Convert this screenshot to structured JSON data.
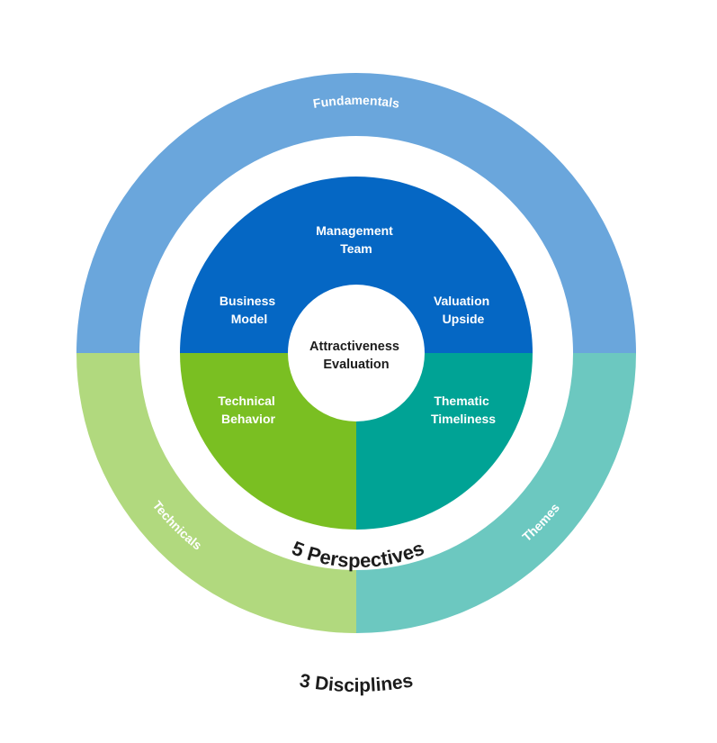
{
  "center": {
    "line1": "Attractiveness",
    "line2": "Evaluation"
  },
  "perspectives": {
    "management": {
      "line1": "Management",
      "line2": "Team"
    },
    "business": {
      "line1": "Business",
      "line2": "Model"
    },
    "valuation": {
      "line1": "Valuation",
      "line2": "Upside"
    },
    "technical": {
      "line1": "Technical",
      "line2": "Behavior"
    },
    "thematic": {
      "line1": "Thematic",
      "line2": "Timeliness"
    }
  },
  "disciplines": {
    "fundamentals": "Fundamentals",
    "technicals": "Technicals",
    "themes": "Themes"
  },
  "labels": {
    "perspectives_caption": "5 Perspectives",
    "disciplines_caption": "3 Disciplines"
  },
  "colors": {
    "fundamentals_ring": "#6aa6dc",
    "technicals_ring": "#b1d97e",
    "themes_ring": "#6cc8c0",
    "inner_blue": "#0567c4",
    "inner_green": "#7abf22",
    "inner_teal": "#00a395",
    "text_dark": "#1c1c1c"
  }
}
